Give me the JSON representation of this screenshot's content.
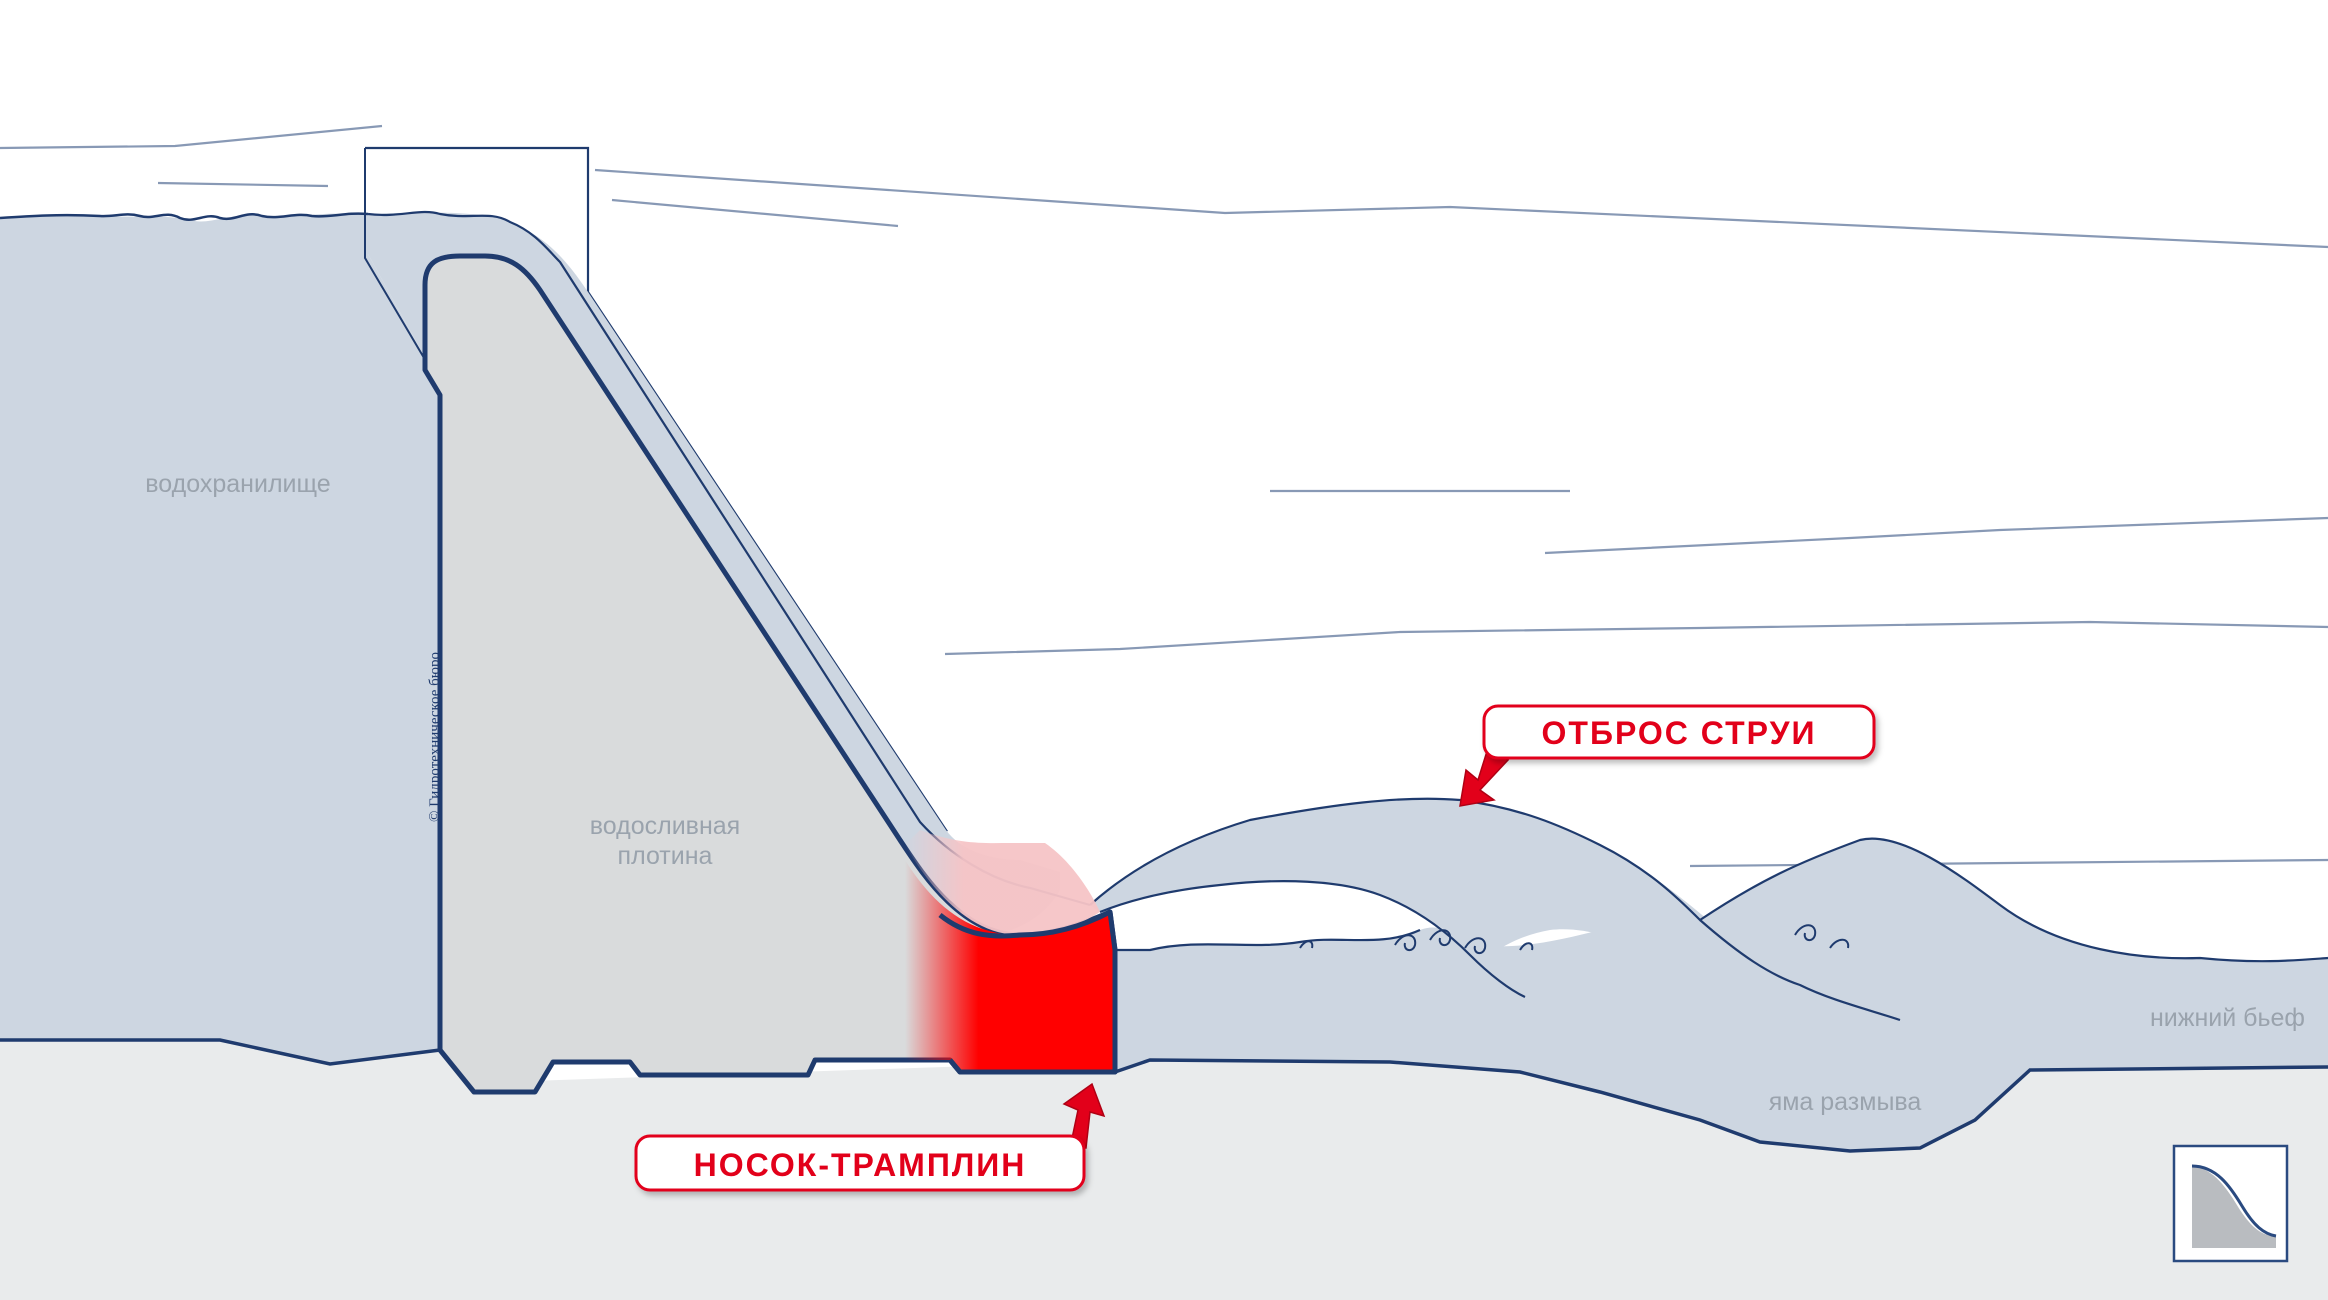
{
  "labels": {
    "reservoir": "водохранилище",
    "dam_line1": "водосливная",
    "dam_line2": "плотина",
    "tailwater": "нижний бьеф",
    "scour_pit": "яма размыва",
    "copyright": "© Гидротехническое бюро"
  },
  "callouts": {
    "jet": "ОТБРОС СТРУИ",
    "ski_jump": "НОСОК-ТРАМПЛИН"
  },
  "colors": {
    "water": "#cdd6e1",
    "ground": "#e9ebec",
    "dam": "#d9dbdc",
    "outline": "#1f3b6e",
    "accent_red": "#ff0000",
    "callout_text": "#e2001a",
    "sky_lines": "#8899b5"
  },
  "icons": {
    "corner": "spillway-profile-icon"
  }
}
